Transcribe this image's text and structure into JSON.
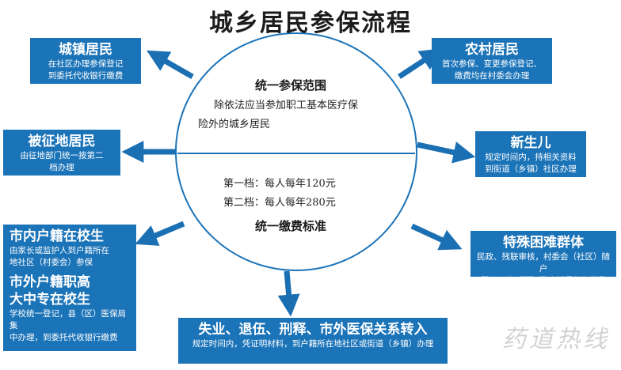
{
  "title": "城乡居民参保流程",
  "center": {
    "scope_title": "统一参保范围",
    "scope_text_1": "除依法应当参加职工基本医疗保",
    "scope_text_2": "险外的城乡居民",
    "tier_1": "第一档：每人每年120元",
    "tier_2": "第二档：每人每年280元",
    "payment_title": "统一缴费标准"
  },
  "boxes": {
    "urban": {
      "title": "城镇居民",
      "line1": "在社区办理参保登记",
      "line2": "到委托代收银行缴费"
    },
    "rural": {
      "title": "农村居民",
      "line1": "首次参保、变更参保登记、",
      "line2": "缴费均在村委会办理"
    },
    "land_expropriated": {
      "title": "被征地居民",
      "line1": "由征地部门统一按第二",
      "line2": "档办理"
    },
    "newborn": {
      "title": "新生儿",
      "line1": "规定时间内，持相关资料",
      "line2": "到街道（乡镇）社区办理"
    },
    "local_students": {
      "title": "市内户籍在校生",
      "line1": "由家长或监护人到户籍所在",
      "line2": "地社区（村委会）参保"
    },
    "special_groups": {
      "title": "特殊困难群体",
      "line1": "民政、残联审核，村委会（社区）随户",
      "line2": "登记，县（区）民政部门代为缴费"
    },
    "nonlocal_students": {
      "title1": "市外户籍职高",
      "title2": "大中专在校生",
      "line1": "学校统一登记，县（区）医保局集",
      "line2": "中办理，到委托代收银行缴费"
    },
    "transfer": {
      "title": "失业、退伍、刑释、市外医保关系转入",
      "line1": "规定时间内，凭证明材料，到户籍所在地社区或街道（乡镇）办理"
    }
  },
  "watermark": "药道热线",
  "colors": {
    "box_blue": "#1b73b8",
    "arrow_blue": "#1b6fb3",
    "circle_border": "#1b73b8"
  }
}
